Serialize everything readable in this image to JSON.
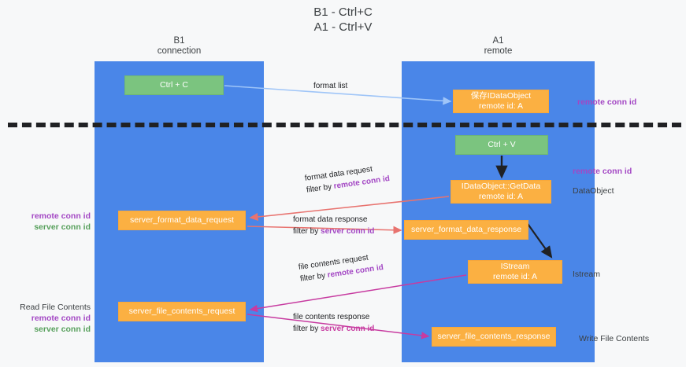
{
  "title": "B1 - Ctrl+C\nA1 - Ctrl+V",
  "columns": {
    "left": {
      "header": "B1\nconnection"
    },
    "right": {
      "header": "A1\nremote"
    }
  },
  "nodes": {
    "ctrl_c": {
      "line1": "Ctrl + C",
      "line2": ""
    },
    "store_idataobject": {
      "line1": "保存IDataObject",
      "line2": "remote id: A"
    },
    "ctrl_v": {
      "line1": "Ctrl + V",
      "line2": ""
    },
    "idataobject_getdata": {
      "line1": "IDataObject::GetData",
      "line2": "remote id: A"
    },
    "server_format_data_request": {
      "line1": "server_format_data_request",
      "line2": ""
    },
    "server_format_data_response": {
      "line1": "server_format_data_response",
      "line2": ""
    },
    "istream": {
      "line1": "IStream",
      "line2": "remote id: A"
    },
    "server_file_contents_request": {
      "line1": "server_file_contents_request",
      "line2": ""
    },
    "server_file_contents_response": {
      "line1": "server_file_contents_response",
      "line2": ""
    }
  },
  "edges": {
    "format_list": {
      "line1": "format list",
      "line2_prefix": "",
      "line2_highlight": ""
    },
    "format_data_request": {
      "line1": "format data request",
      "line2_prefix": "filter by ",
      "line2_highlight": "remote conn id"
    },
    "format_data_response": {
      "line1": "format data response",
      "line2_prefix": "filter by ",
      "line2_highlight": "server conn id"
    },
    "file_contents_request": {
      "line1": "file contents request",
      "line2_prefix": "filter by ",
      "line2_highlight": "remote conn id"
    },
    "file_contents_response": {
      "line1": "file contents response",
      "line2_prefix": "filter by ",
      "line2_highlight": "server conn id"
    }
  },
  "annotations": {
    "right_remote_conn_id_top": "remote conn id",
    "right_remote_conn_id_mid": "remote conn id",
    "right_dataobject": "DataObject",
    "right_istream": "Istream",
    "right_write_file_contents": "Write File Contents",
    "left_read_file_contents": "Read File Contents",
    "left_remote_conn_id_a": "remote conn id",
    "left_server_conn_id_a": "server conn id",
    "left_remote_conn_id_b": "remote conn id",
    "left_server_conn_id_b": "server conn id"
  },
  "colors": {
    "lane": "#4a86e8",
    "green_node": "#7bc47f",
    "orange_node": "#fbb042",
    "purple_text": "#a347c4",
    "green_text": "#57a05c",
    "pink_text": "#c73ba0",
    "arrow_light_blue": "#9fc5f8",
    "arrow_red": "#e8736f",
    "arrow_pink": "#c73ba0",
    "arrow_black": "#202124",
    "divider": "#202124",
    "background": "#f7f8f9"
  }
}
